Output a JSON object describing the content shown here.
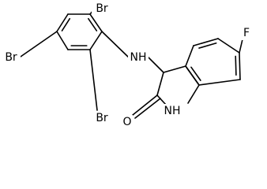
{
  "structure": {
    "atoms": {
      "br_top": "Br",
      "br_left": "Br",
      "br_bottom": "Br",
      "nh_amine": "NH",
      "fluorine": "F",
      "nh_ring": "NH",
      "oxygen": "O"
    }
  },
  "colors": {
    "bond": "#000000",
    "label": "#000000",
    "background": "#ffffff"
  }
}
